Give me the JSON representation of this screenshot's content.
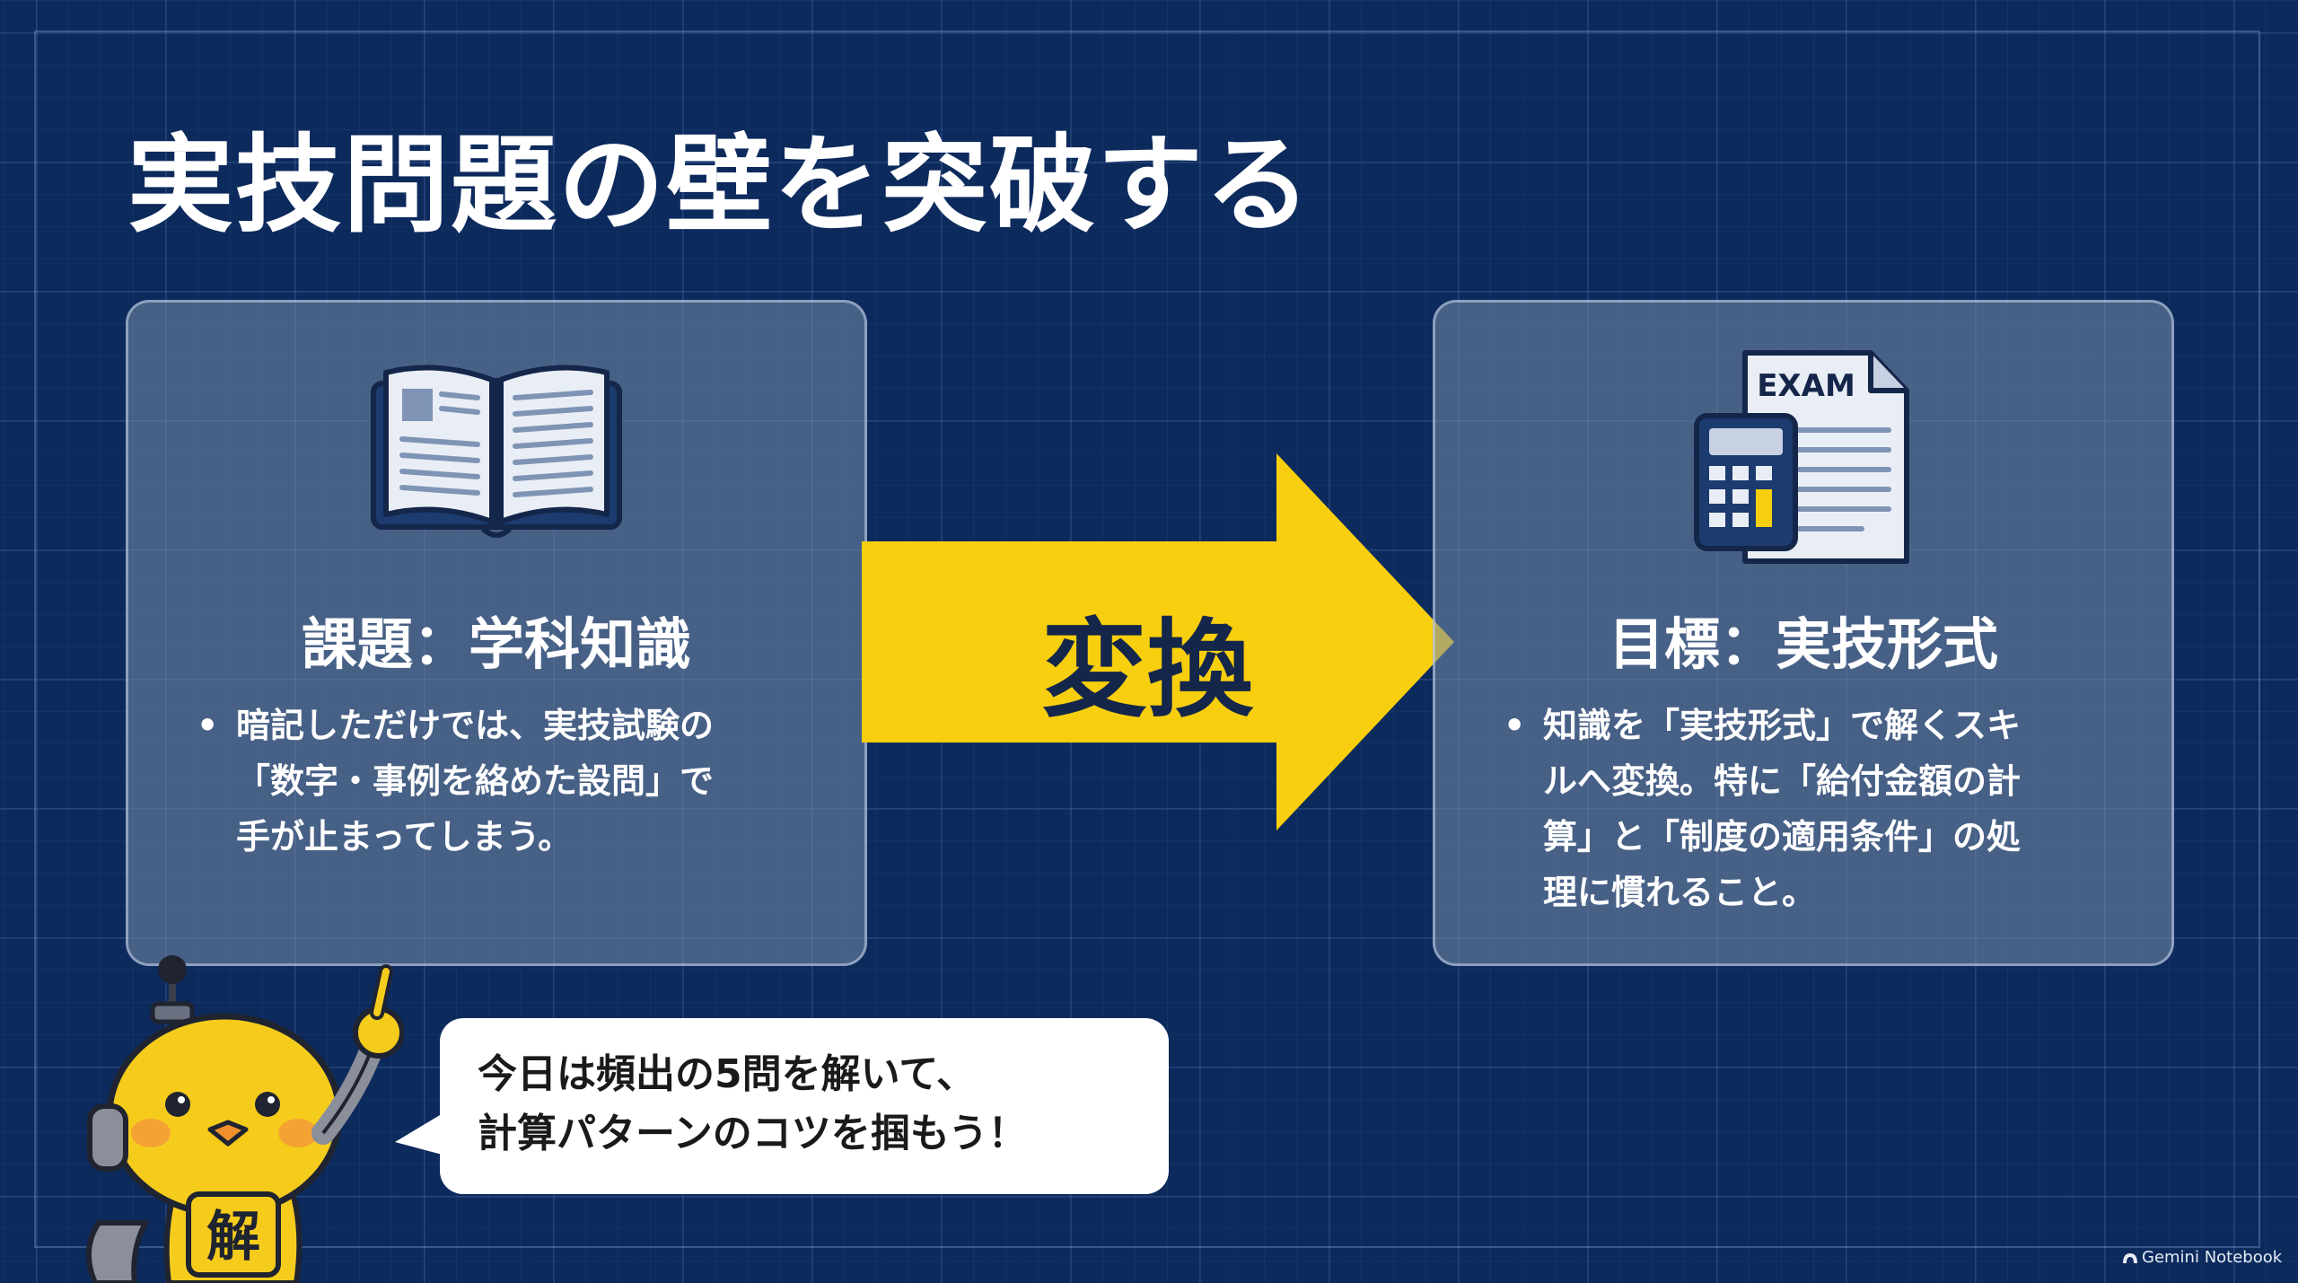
{
  "slide": {
    "title": "実技問題の壁を突破する"
  },
  "left_card": {
    "icon": "open-book-icon",
    "heading": "課題：学科知識",
    "bullet_lines": [
      "暗記しただけでは、実技試験の",
      "「数字・事例を絡めた設問」で",
      "手が止まってしまう。"
    ]
  },
  "arrow": {
    "label": "変換",
    "color": "#f8cf0f"
  },
  "right_card": {
    "icon": "exam-calculator-icon",
    "icon_text": "EXAM",
    "heading": "目標：実技形式",
    "bullet_lines": [
      "知識を「実技形式」で解くスキ",
      "ルへ変換。特に「給付金額の計",
      "算」と「制度の適用条件」の処",
      "理に慣れること。"
    ]
  },
  "mascot": {
    "icon": "chick-robot-mascot-icon",
    "badge_text": "解"
  },
  "speech_bubble": {
    "lines": [
      "今日は頻出の5問を解いて、",
      "計算パターンのコツを掴もう！"
    ]
  },
  "watermark": {
    "text": "Gemini Notebook"
  },
  "colors": {
    "background": "#0c2a5c",
    "card": "#6b7f9c",
    "accent_yellow": "#f8cf0f",
    "text_light": "#ffffff",
    "text_dark": "#14264a"
  }
}
